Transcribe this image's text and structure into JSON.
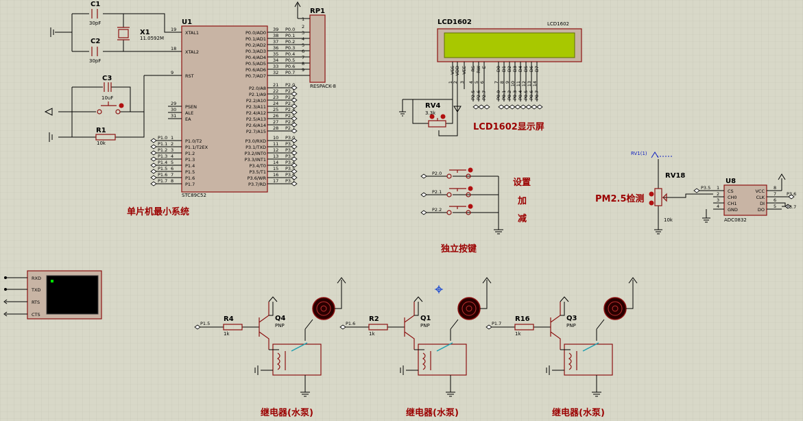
{
  "mcu": {
    "ref": "U1",
    "part": "STC89C52",
    "left_pins": [
      {
        "num": "19",
        "name": "XTAL1"
      },
      {
        "num": "18",
        "name": "XTAL2"
      },
      {
        "num": "9",
        "name": "RST"
      },
      {
        "num": "29",
        "name": "PSEN"
      },
      {
        "num": "30",
        "name": "ALE"
      },
      {
        "num": "31",
        "name": "EA"
      },
      {
        "num": "1",
        "name": "P1.0/T2"
      },
      {
        "num": "2",
        "name": "P1.1/T2EX"
      },
      {
        "num": "3",
        "name": "P1.2"
      },
      {
        "num": "4",
        "name": "P1.3"
      },
      {
        "num": "5",
        "name": "P1.4"
      },
      {
        "num": "6",
        "name": "P1.5"
      },
      {
        "num": "7",
        "name": "P1.6"
      },
      {
        "num": "8",
        "name": "P1.7"
      }
    ],
    "p1_nets": [
      "P1.0",
      "P1.1",
      "P1.2",
      "P1.3",
      "P1.4",
      "P1.5",
      "P1.6",
      "P1.7"
    ],
    "right_pins": [
      {
        "num": "39",
        "name": "P0.0/AD0",
        "net": "P0.0"
      },
      {
        "num": "38",
        "name": "P0.1/AD1",
        "net": "P0.1"
      },
      {
        "num": "37",
        "name": "P0.2/AD2",
        "net": "P0.2"
      },
      {
        "num": "36",
        "name": "P0.3/AD3",
        "net": "P0.3"
      },
      {
        "num": "35",
        "name": "P0.4/AD4",
        "net": "P0.4"
      },
      {
        "num": "34",
        "name": "P0.5/AD5",
        "net": "P0.5"
      },
      {
        "num": "33",
        "name": "P0.6/AD6",
        "net": "P0.6"
      },
      {
        "num": "32",
        "name": "P0.7/AD7",
        "net": "P0.7"
      },
      {
        "num": "21",
        "name": "P2.0/A8",
        "net": "P2.0"
      },
      {
        "num": "22",
        "name": "P2.1/A9",
        "net": "P2.1"
      },
      {
        "num": "23",
        "name": "P2.2/A10",
        "net": "P2.2"
      },
      {
        "num": "24",
        "name": "P2.3/A11",
        "net": "P2.3"
      },
      {
        "num": "25",
        "name": "P2.4/A12",
        "net": "P2.4"
      },
      {
        "num": "26",
        "name": "P2.5/A13",
        "net": "P2.5"
      },
      {
        "num": "27",
        "name": "P2.6/A14",
        "net": "P2.6"
      },
      {
        "num": "28",
        "name": "P2.7/A15",
        "net": "P2.7"
      },
      {
        "num": "10",
        "name": "P3.0/RXD",
        "net": "P3.0"
      },
      {
        "num": "11",
        "name": "P3.1/TXD",
        "net": "P3.1"
      },
      {
        "num": "12",
        "name": "P3.2/INT0",
        "net": "P3.2"
      },
      {
        "num": "13",
        "name": "P3.3/INT1",
        "net": "P3.3"
      },
      {
        "num": "14",
        "name": "P3.4/T0",
        "net": "P3.4"
      },
      {
        "num": "15",
        "name": "P3.5/T1",
        "net": "P3.5"
      },
      {
        "num": "16",
        "name": "P3.6/WR",
        "net": "P3.6"
      },
      {
        "num": "17",
        "name": "P3.7/RD",
        "net": "P3.7"
      }
    ],
    "caption": "单片机最小系统"
  },
  "crystal": {
    "ref": "X1",
    "value": "11.0592M"
  },
  "c1": {
    "ref": "C1",
    "value": "30pF"
  },
  "c2": {
    "ref": "C2",
    "value": "30pF"
  },
  "c3": {
    "ref": "C3",
    "value": "10uF"
  },
  "r1": {
    "ref": "R1",
    "value": "10k"
  },
  "rp1": {
    "ref": "RP1",
    "part": "RESPACK-8",
    "pin1": "1",
    "pins": [
      "2",
      "3",
      "4",
      "5",
      "6",
      "7",
      "8",
      "9"
    ]
  },
  "lcd": {
    "title": "LCD1602",
    "part": "LCD1602",
    "pin_names": [
      "VSS",
      "VDD",
      "VEE",
      "RS",
      "RW",
      "E",
      "D0",
      "D1",
      "D2",
      "D3",
      "D4",
      "D5",
      "D6",
      "D7"
    ],
    "pin_nums": [
      "1",
      "2",
      "3",
      "4",
      "5",
      "6",
      "7",
      "8",
      "9",
      "10",
      "11",
      "12",
      "13",
      "14"
    ],
    "pin_nets": [
      "P2.5",
      "P2.6",
      "P2.7",
      "P0.0",
      "P0.1",
      "P0.2",
      "P0.3",
      "P0.4",
      "P0.5",
      "P0.6",
      "P0.7"
    ],
    "caption": "LCD1602显示屏"
  },
  "rv4": {
    "ref": "RV4",
    "value": "3.3k"
  },
  "buttons": {
    "nets": [
      "P2.0",
      "P2.1",
      "P2.2"
    ],
    "labels": [
      "设置",
      "加",
      "减"
    ],
    "caption": "独立按键"
  },
  "adc": {
    "ref": "U8",
    "part": "ADC0832",
    "left_pins": [
      {
        "num": "1",
        "name": "CS"
      },
      {
        "num": "2",
        "name": "CH0"
      },
      {
        "num": "3",
        "name": "CH1"
      },
      {
        "num": "4",
        "name": "GND"
      }
    ],
    "right_pins": [
      {
        "num": "8",
        "name": "VCC"
      },
      {
        "num": "7",
        "name": "CLK"
      },
      {
        "num": "6",
        "name": "DI"
      },
      {
        "num": "5",
        "name": "DO"
      }
    ],
    "net_cs": "P3.5",
    "net_clk": "P3.6",
    "net_dido": "P3.7"
  },
  "rv18": {
    "ref": "RV18",
    "value": "10k",
    "probe": "RV1(1)",
    "caption": "PM2.5检测"
  },
  "terminal": {
    "pins": [
      "RXD",
      "TXD",
      "RTS",
      "CTS"
    ]
  },
  "relays": [
    {
      "r_ref": "R4",
      "r_val": "1k",
      "net": "P1.5",
      "q_ref": "Q4",
      "q_type": "PNP",
      "caption": "继电器(水泵)"
    },
    {
      "r_ref": "R2",
      "r_val": "1k",
      "net": "P1.6",
      "q_ref": "Q1",
      "q_type": "PNP",
      "caption": "继电器(水泵)"
    },
    {
      "r_ref": "R16",
      "r_val": "1k",
      "net": "P1.7",
      "q_ref": "Q3",
      "q_type": "PNP",
      "caption": "继电器(水泵)"
    }
  ],
  "colors": {
    "background": "#d8d8c8",
    "wire": "#000000",
    "component": "#8b1010",
    "chip_fill": "#c8b4a4",
    "lcd_screen": "#a8c800",
    "caption": "#9b0000"
  }
}
